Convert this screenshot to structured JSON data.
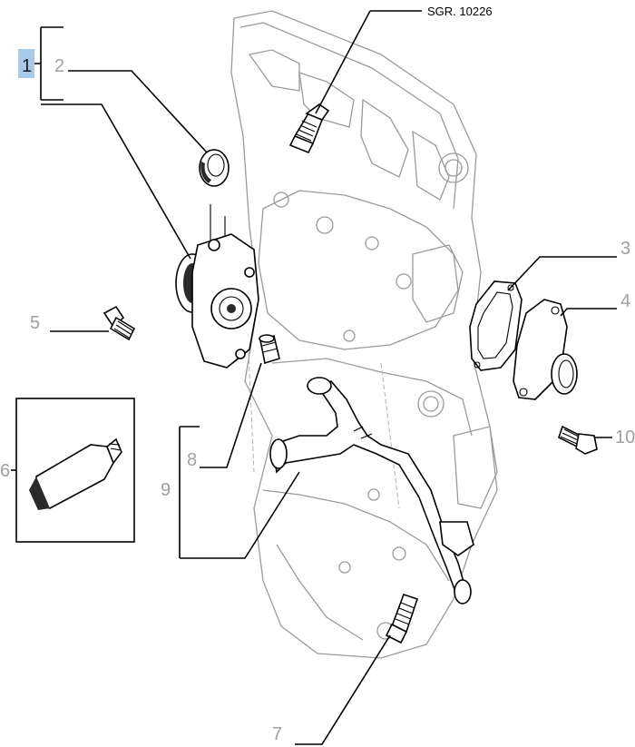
{
  "diagram": {
    "reference_code": "SGR. 10226",
    "callouts": [
      {
        "label": "1",
        "selected": true
      },
      {
        "label": "2",
        "selected": false
      },
      {
        "label": "3",
        "selected": false
      },
      {
        "label": "4",
        "selected": false
      },
      {
        "label": "5",
        "selected": false
      },
      {
        "label": "6",
        "selected": false
      },
      {
        "label": "7",
        "selected": false
      },
      {
        "label": "8",
        "selected": false
      },
      {
        "label": "9",
        "selected": false
      },
      {
        "label": "10",
        "selected": false
      }
    ],
    "colors": {
      "selected_highlight": "#a9c9e8",
      "callout_text": "#a0a0a0",
      "engine_outline": "#9a9a9a",
      "part_outline": "#000000"
    }
  }
}
